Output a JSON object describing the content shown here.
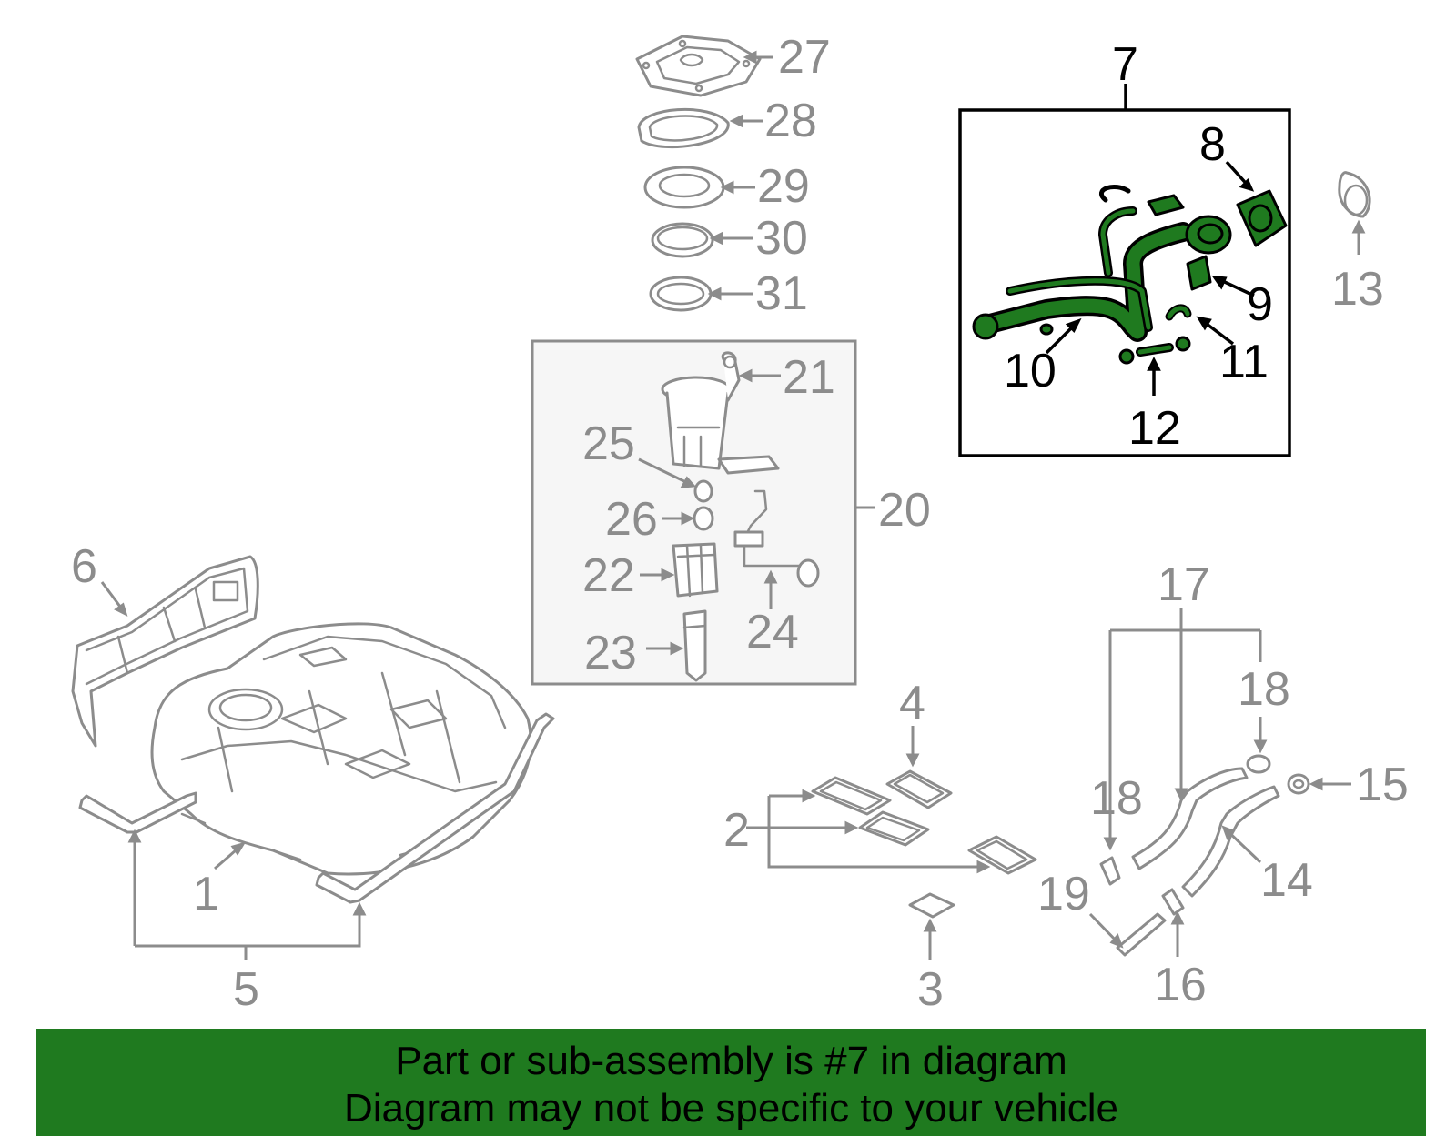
{
  "diagram": {
    "highlighted_part": "7",
    "callouts": {
      "c1": "1",
      "c2": "2",
      "c3": "3",
      "c4": "4",
      "c5": "5",
      "c6": "6",
      "c7": "7",
      "c8": "8",
      "c9": "9",
      "c10": "10",
      "c11": "11",
      "c12": "12",
      "c13": "13",
      "c14": "14",
      "c15": "15",
      "c16": "16",
      "c17": "17",
      "c18a": "18",
      "c18b": "18",
      "c19": "19",
      "c20": "20",
      "c21": "21",
      "c22": "22",
      "c23": "23",
      "c24": "24",
      "c25": "25",
      "c26": "26",
      "c27": "27",
      "c28": "28",
      "c29": "29",
      "c30": "30",
      "c31": "31"
    },
    "colors": {
      "highlight": "#1f7a1f",
      "line_art": "#8c8c8c",
      "highlight_outline": "#000000",
      "banner_text": "#000000"
    }
  },
  "banner": {
    "line1": "Part or sub-assembly is #7 in diagram",
    "line2": "Diagram may not be specific to your vehicle"
  }
}
